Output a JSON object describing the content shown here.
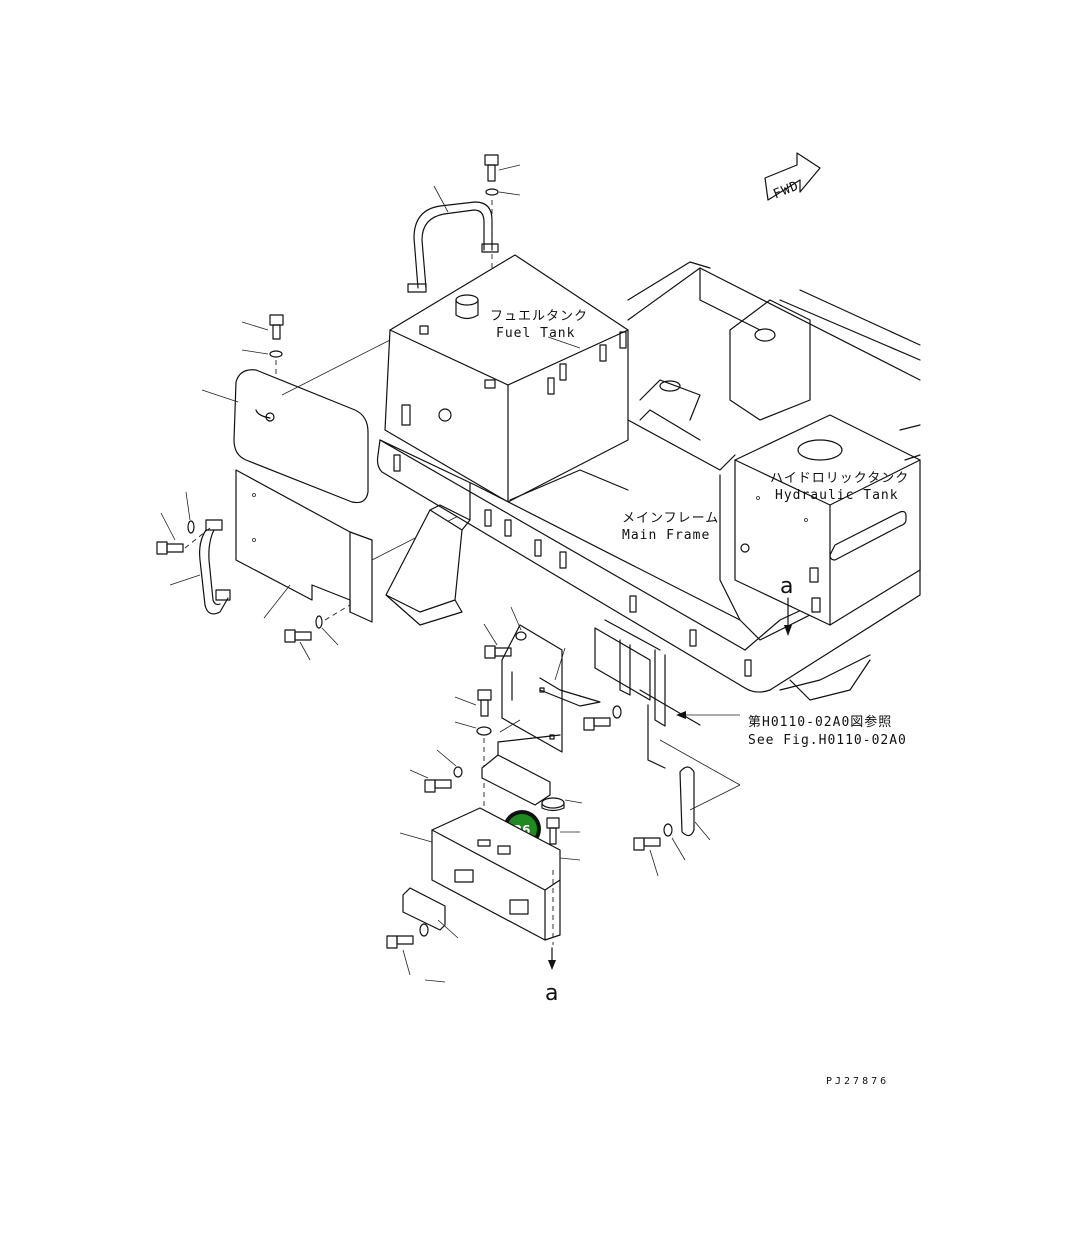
{
  "labels": {
    "fuel_tank_jp": "フュエルタンク",
    "fuel_tank_en": "Fuel Tank",
    "hydraulic_tank_jp": "ハイドロリックタンク",
    "hydraulic_tank_en": "Hydraulic Tank",
    "main_frame_jp": "メインフレーム",
    "main_frame_en": "Main Frame",
    "ref_jp": "第H0110-02A0図参照",
    "ref_en": "See Fig.H0110-02A0",
    "fwd": "FWD",
    "view_a_top": "a",
    "view_a_bottom": "a",
    "drawing_no": "PJ27876"
  },
  "callout": {
    "number": "26",
    "color": "#1f8a1f"
  }
}
